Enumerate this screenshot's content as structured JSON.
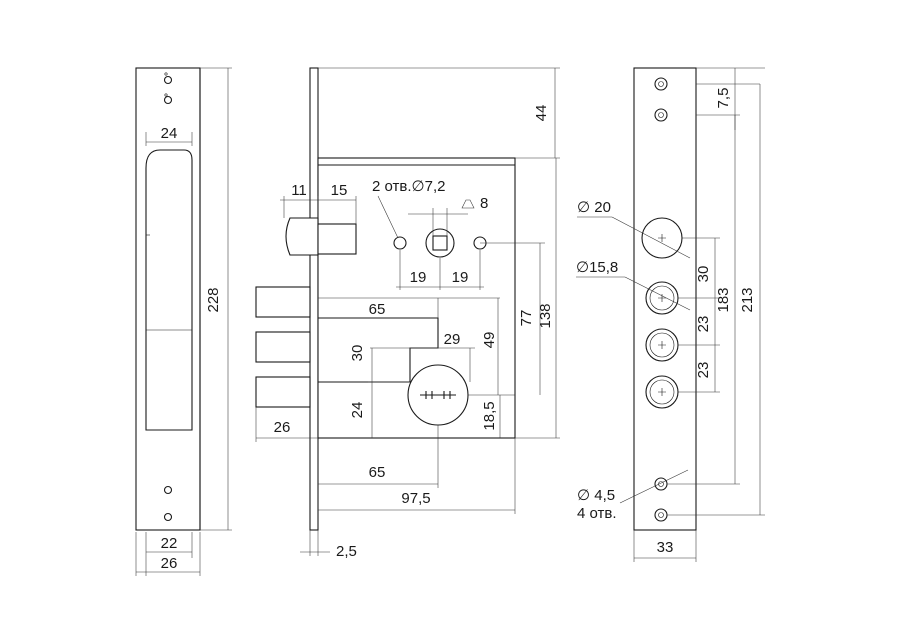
{
  "front_view": {
    "dims": {
      "w24": "24",
      "h228": "228",
      "w22": "22",
      "w26": "26"
    }
  },
  "side_view": {
    "dims": {
      "d44": "44",
      "d11": "11",
      "d15": "15",
      "holes_note": "2 отв.∅7,2",
      "square": "8",
      "d19a": "19",
      "d19b": "19",
      "d65a": "65",
      "d29": "29",
      "d49": "49",
      "d77": "77",
      "d138": "138",
      "d30": "30",
      "d24": "24",
      "d185": "18,5",
      "d26": "26",
      "d65b": "65",
      "d975": "97,5",
      "d25": "2,5"
    }
  },
  "faceplate_view": {
    "dims": {
      "dia20": "∅ 20",
      "dia158": "∅15,8",
      "dia45": "∅ 4,5",
      "holes4": "4 отв.",
      "d75": "7,5",
      "d30": "30",
      "d23a": "23",
      "d23b": "23",
      "d183": "183",
      "d213": "213",
      "d33": "33"
    }
  }
}
